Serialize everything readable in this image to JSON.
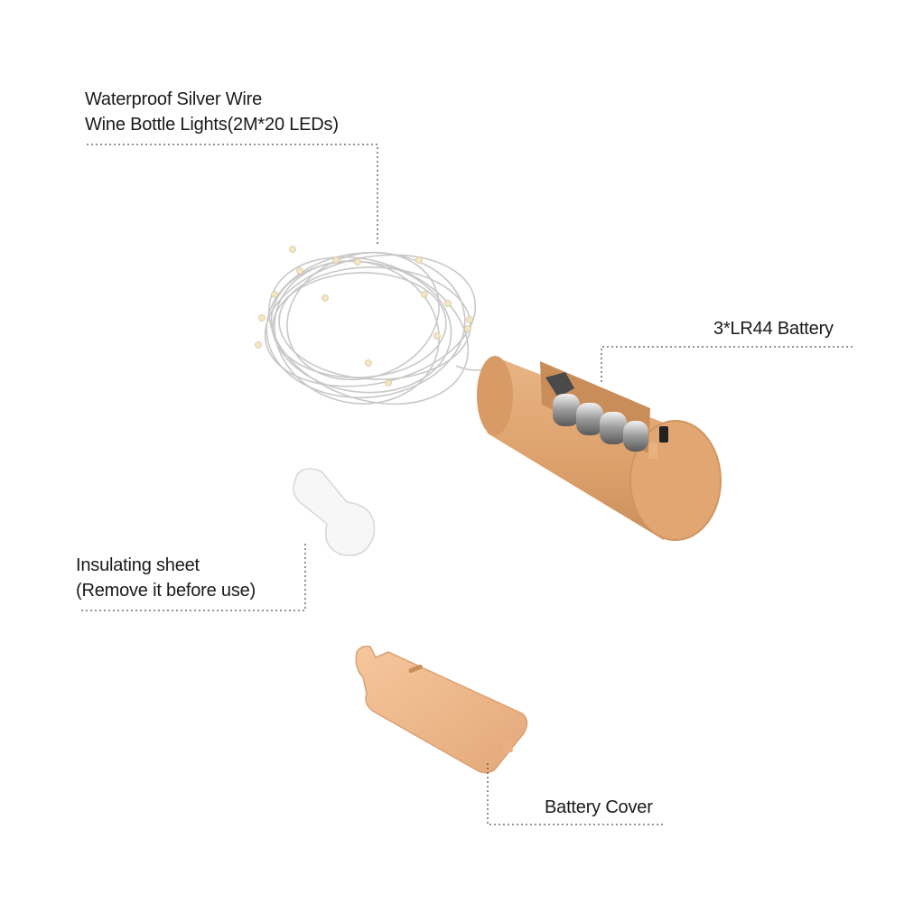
{
  "labels": {
    "wire": {
      "line1": "Waterproof Silver Wire",
      "line2": "Wine Bottle Lights(2M*20 LEDs)"
    },
    "battery": "3*LR44 Battery",
    "sheet": {
      "line1": "Insulating sheet",
      "line2": "(Remove it before use)"
    },
    "cover": "Battery Cover"
  },
  "colors": {
    "cork": "#e0a672",
    "cover": "#f0b98c",
    "wire": "#c9c9c9",
    "leader_line": "#555555"
  }
}
